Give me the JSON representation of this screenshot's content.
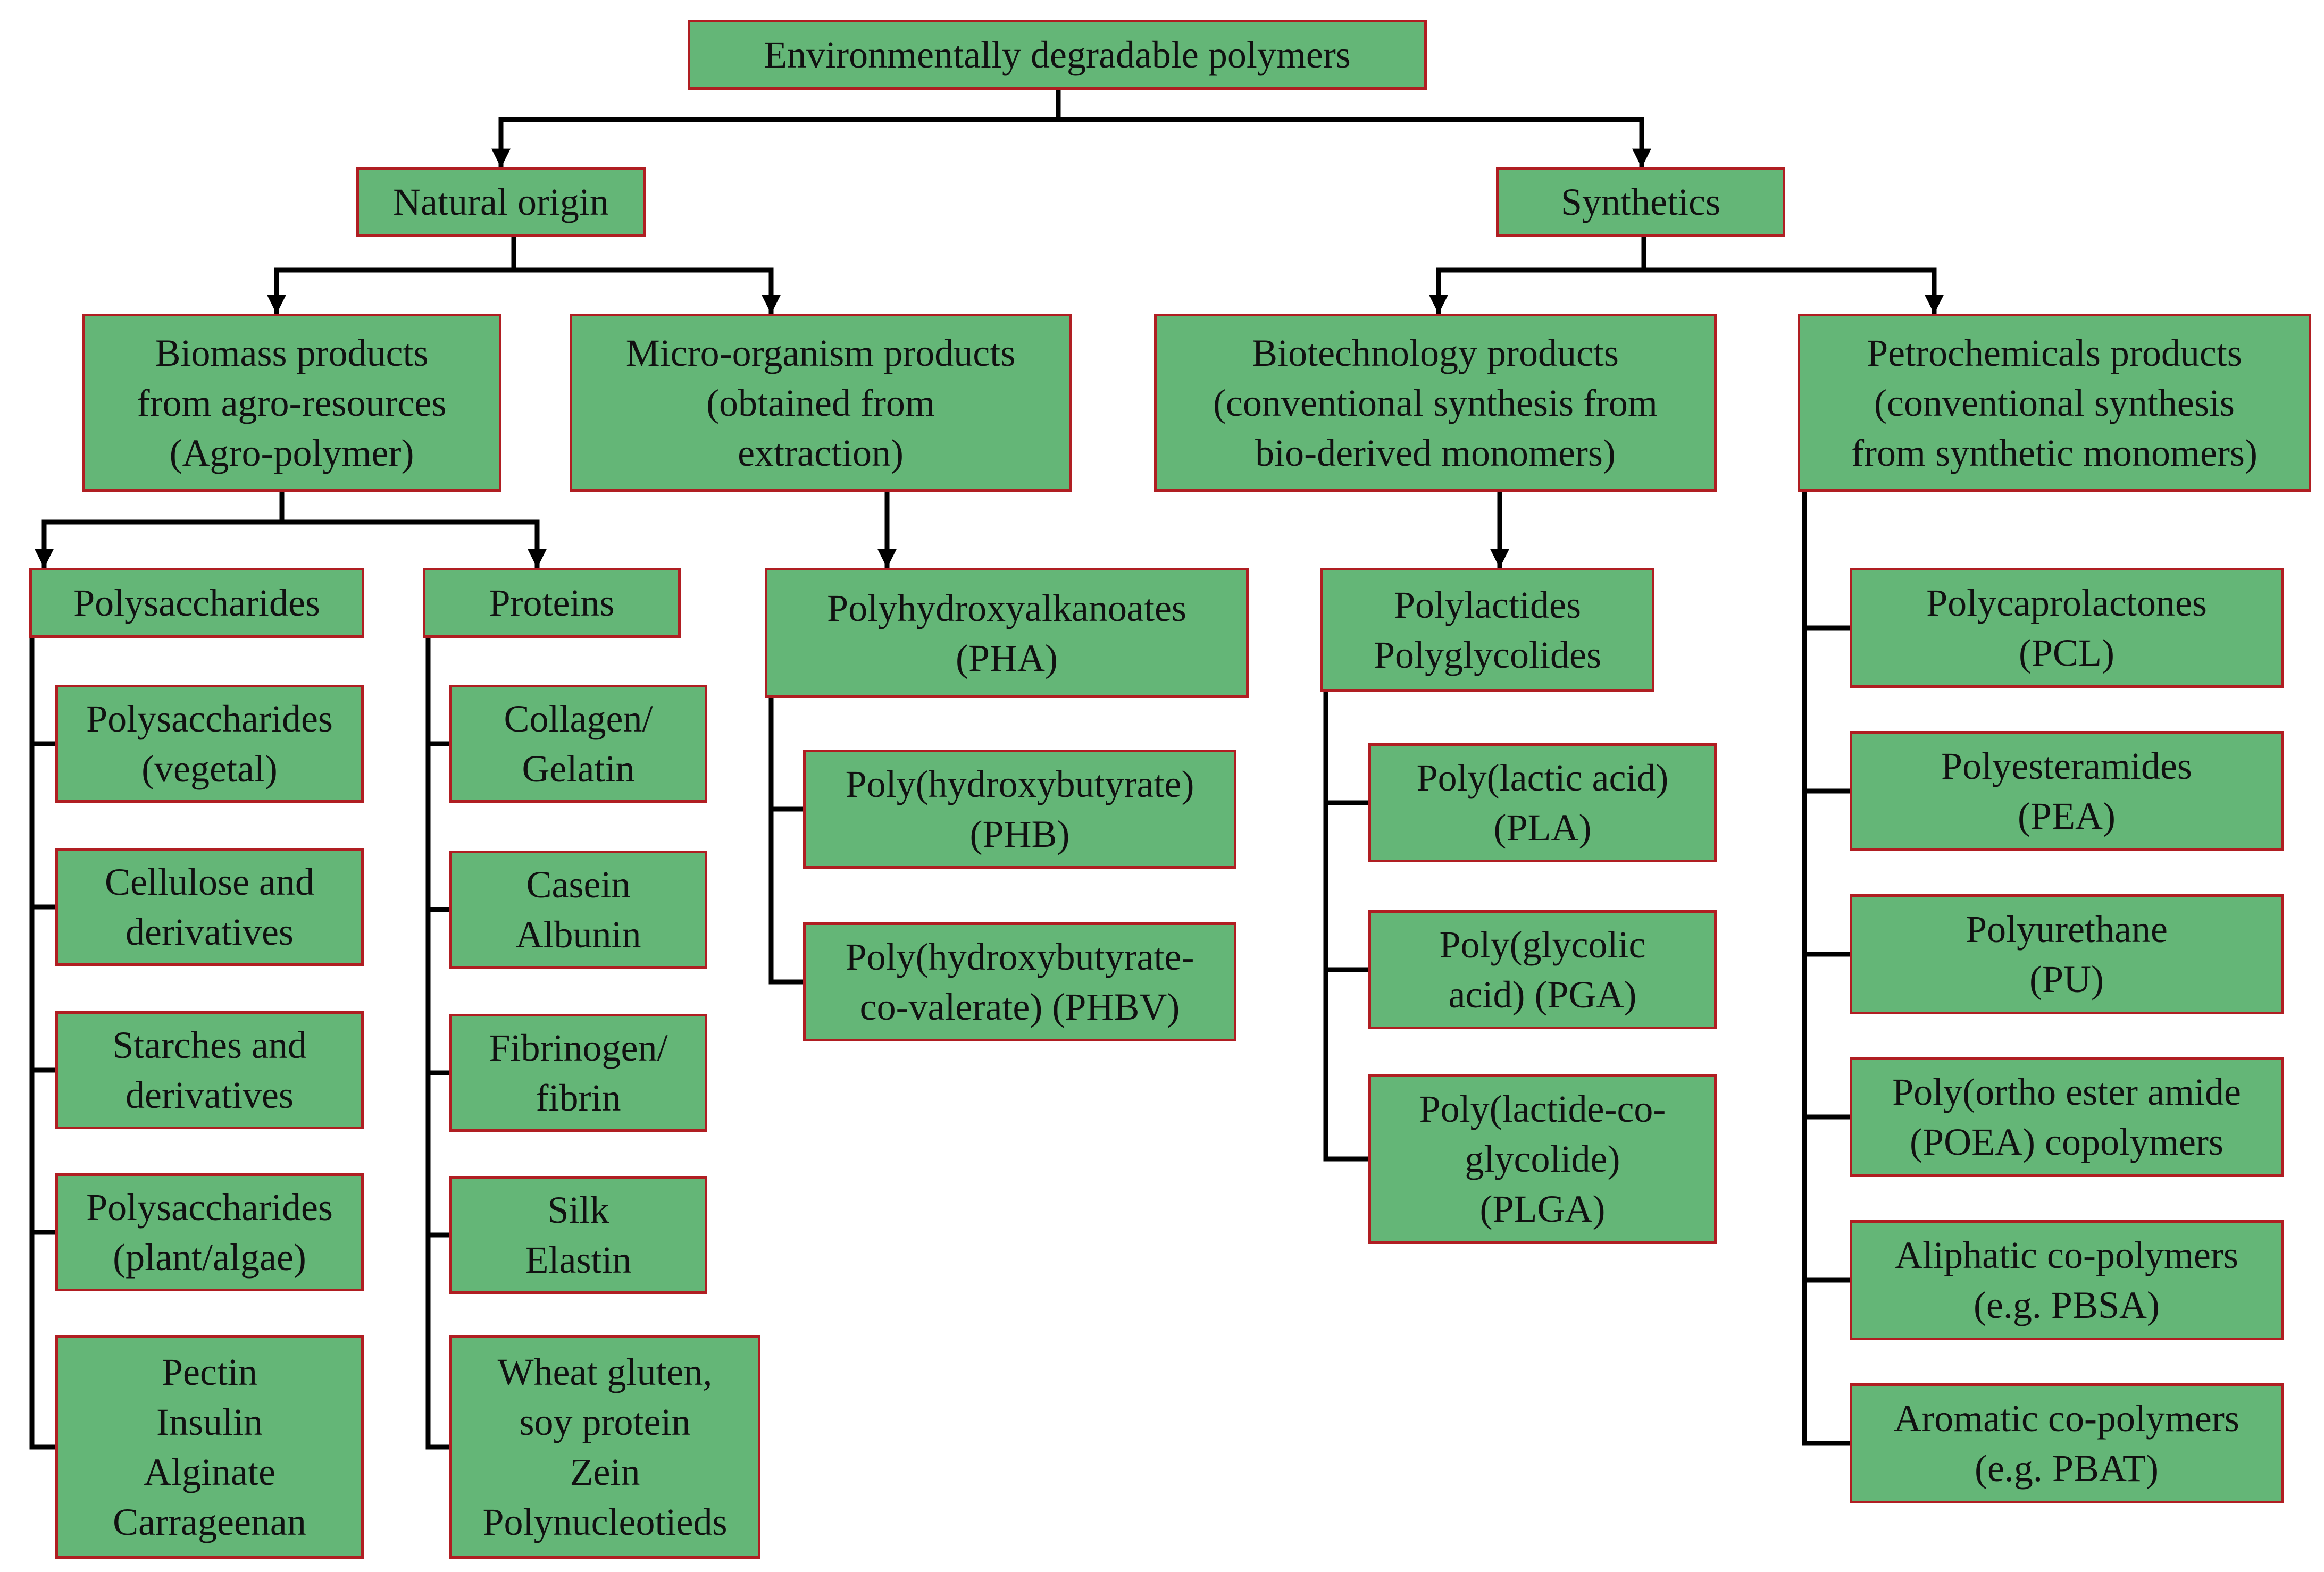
{
  "colors": {
    "box_fill": "#64b677",
    "box_border": "#b01e22",
    "connector": "#000000",
    "text": "#111111"
  },
  "nodes": {
    "root": {
      "lines": [
        "Environmentally degradable polymers"
      ]
    },
    "natural": {
      "lines": [
        "Natural origin"
      ]
    },
    "synthetics": {
      "lines": [
        "Synthetics"
      ]
    },
    "biomass": {
      "lines": [
        "Biomass products",
        "from agro-resources",
        "(Agro-polymer)"
      ]
    },
    "microorg": {
      "lines": [
        "Micro-organism products",
        "(obtained from",
        "extraction)"
      ]
    },
    "biotech": {
      "lines": [
        "Biotechnology products",
        "(conventional synthesis from",
        "bio-derived monomers)"
      ]
    },
    "petro": {
      "lines": [
        "Petrochemicals products",
        "(conventional synthesis",
        "from synthetic monomers)"
      ]
    },
    "polysacch": {
      "lines": [
        "Polysaccharides"
      ]
    },
    "proteins": {
      "lines": [
        "Proteins"
      ]
    },
    "pha": {
      "lines": [
        "Polyhydroxyalkanoates",
        "(PHA)"
      ]
    },
    "polylact": {
      "lines": [
        "Polylactides",
        "Polyglycolides"
      ]
    },
    "ps_vegetal": {
      "lines": [
        "Polysaccharides",
        "(vegetal)"
      ]
    },
    "cellulose": {
      "lines": [
        "Cellulose and",
        "derivatives"
      ]
    },
    "starches": {
      "lines": [
        "Starches and",
        "derivatives"
      ]
    },
    "ps_plant": {
      "lines": [
        "Polysaccharides",
        "(plant/algae)"
      ]
    },
    "pectin": {
      "lines": [
        "Pectin",
        "Insulin",
        "Alginate",
        "Carrageenan"
      ]
    },
    "collagen": {
      "lines": [
        "Collagen/",
        "Gelatin"
      ]
    },
    "casein": {
      "lines": [
        "Casein",
        "Albunin"
      ]
    },
    "fibrinogen": {
      "lines": [
        "Fibrinogen/",
        "fibrin"
      ]
    },
    "silk": {
      "lines": [
        "Silk",
        "Elastin"
      ]
    },
    "wheat": {
      "lines": [
        "Wheat gluten,",
        "soy protein",
        "Zein",
        "Polynucleotieds"
      ]
    },
    "phb": {
      "lines": [
        "Poly(hydroxybutyrate)",
        "(PHB)"
      ]
    },
    "phbv": {
      "lines": [
        "Poly(hydroxybutyrate-",
        "co-valerate) (PHBV)"
      ]
    },
    "pla": {
      "lines": [
        "Poly(lactic acid)",
        "(PLA)"
      ]
    },
    "pga": {
      "lines": [
        "Poly(glycolic",
        "acid) (PGA)"
      ]
    },
    "plga": {
      "lines": [
        "Poly(lactide-co-",
        "glycolide)",
        "(PLGA)"
      ]
    },
    "pcl": {
      "lines": [
        "Polycaprolactones",
        "(PCL)"
      ]
    },
    "pea": {
      "lines": [
        "Polyesteramides",
        "(PEA)"
      ]
    },
    "pu": {
      "lines": [
        "Polyurethane",
        "(PU)"
      ]
    },
    "poea": {
      "lines": [
        "Poly(ortho ester amide",
        "(POEA) copolymers"
      ]
    },
    "pbsa": {
      "lines": [
        "Aliphatic co-polymers",
        "(e.g. PBSA)"
      ]
    },
    "pbat": {
      "lines": [
        "Aromatic co-polymers",
        "(e.g. PBAT)"
      ]
    }
  }
}
